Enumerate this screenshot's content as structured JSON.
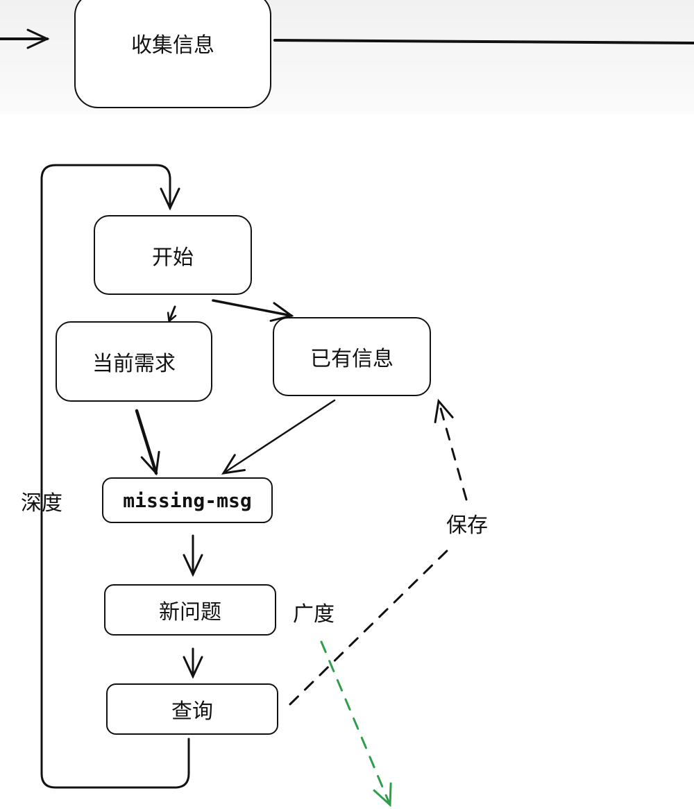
{
  "nodes": {
    "collect": "收集信息",
    "start": "开始",
    "current_need": "当前需求",
    "existing_info": "已有信息",
    "missing": "missing-msg",
    "new_question": "新问题",
    "query": "查询"
  },
  "labels": {
    "depth": "深度",
    "breadth": "广度",
    "save": "保存"
  },
  "colors": {
    "stroke": "#111111",
    "breadth_arrow": "#2e9e4a"
  }
}
